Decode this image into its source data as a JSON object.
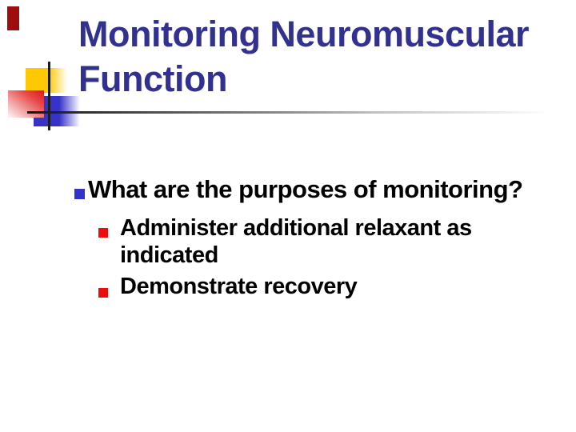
{
  "slide": {
    "title": "Monitoring Neuromuscular Function",
    "bullet": {
      "text": "What are the purposes of monitoring?"
    },
    "sub_bullets": [
      {
        "text": "Administer additional relaxant as indicated"
      },
      {
        "text": "Demonstrate recovery"
      }
    ]
  },
  "colors": {
    "title_text": "#32318F",
    "body_text": "#000000",
    "main_bullet_marker": "#3333CC",
    "sub_bullet_marker": "#EE0D0D",
    "accent_yellow": "#FFC805",
    "accent_blue": "#3533CA",
    "accent_red_gradient": "#E01717",
    "accent_dark_red_bar": "#A00D0D",
    "rule_dark": "#141414"
  }
}
